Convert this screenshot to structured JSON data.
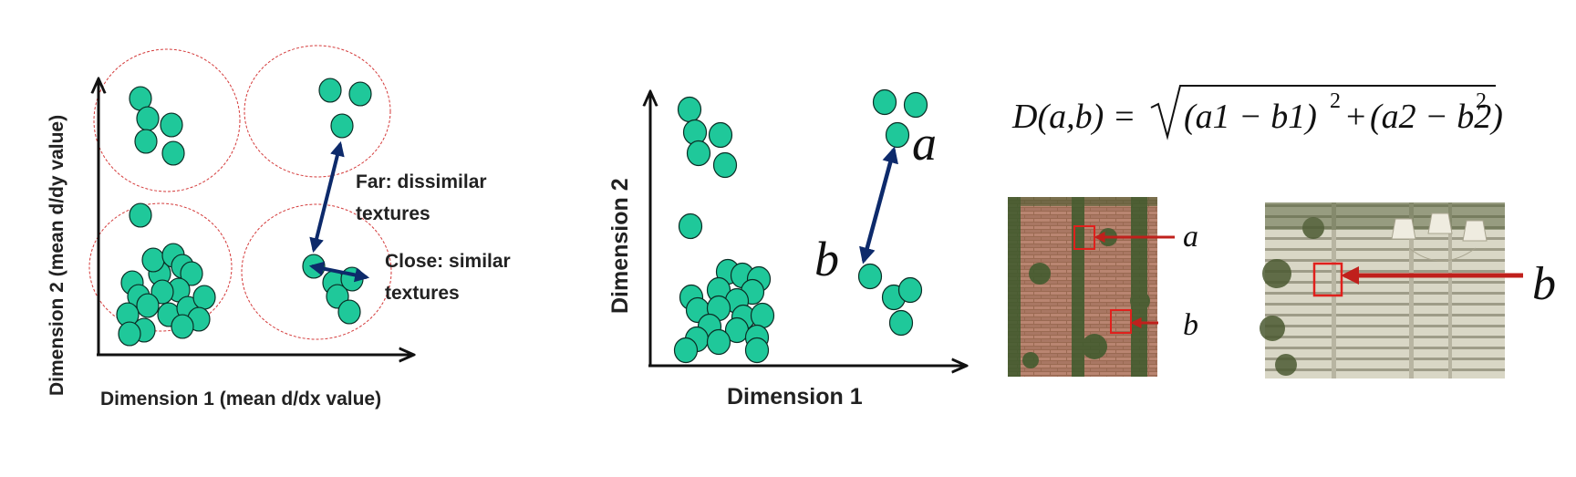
{
  "left_plot": {
    "xlabel": "Dimension 1 (mean d/dx value)",
    "ylabel": "Dimension 2 (mean d/dy value)",
    "far_annotation": [
      "Far: dissimilar",
      "textures"
    ],
    "close_annotation": [
      "Close: similar",
      "textures"
    ]
  },
  "middle_plot": {
    "xlabel": "Dimension 1",
    "ylabel": "Dimension 2",
    "point_a_label": "a",
    "point_b_label": "b"
  },
  "formula": {
    "lhs": "D(a,b) =",
    "term1": "(a1 − b1)",
    "plus": "+",
    "term2": "(a2 − b2)",
    "exponent": "2"
  },
  "texture_image_1": {
    "label_a": "a",
    "label_b": "b"
  },
  "texture_image_2": {
    "label_b": "b"
  },
  "colors": {
    "point_fill": "#1fc89a",
    "point_stroke": "#0b2e25",
    "arrow": "#0d2a6b",
    "cluster_outline": "#d43a3a",
    "highlight_box": "#e0201c",
    "highlight_arrow": "#c0201c"
  }
}
